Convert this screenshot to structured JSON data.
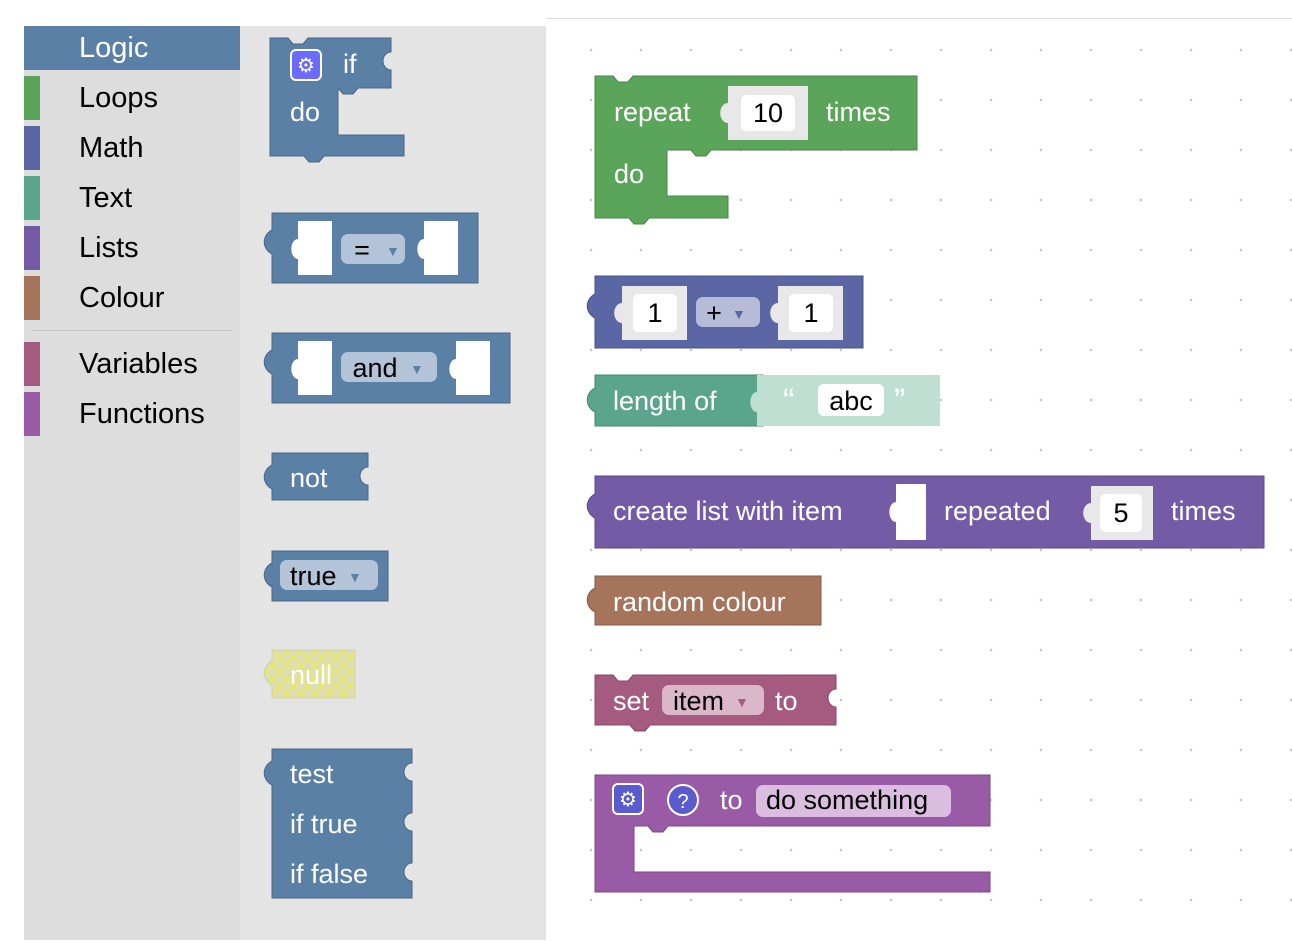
{
  "toolbox": {
    "categories": [
      {
        "label": "Logic",
        "color": "#5b80a5"
      },
      {
        "label": "Loops",
        "color": "#5ba55b"
      },
      {
        "label": "Math",
        "color": "#5b67a5"
      },
      {
        "label": "Text",
        "color": "#5ba58c"
      },
      {
        "label": "Lists",
        "color": "#745ba5"
      },
      {
        "label": "Colour",
        "color": "#a5745b"
      },
      {
        "label": "Variables",
        "color": "#a55b80"
      },
      {
        "label": "Functions",
        "color": "#995ba5"
      }
    ],
    "selected": "Logic"
  },
  "flyout": {
    "if_block": {
      "if": "if",
      "do": "do"
    },
    "compare_block": {
      "op": "="
    },
    "operation_block": {
      "op": "and"
    },
    "negate_block": {
      "label": "not"
    },
    "boolean_block": {
      "value": "true"
    },
    "null_block": {
      "label": "null"
    },
    "ternary_block": {
      "test": "test",
      "if_true": "if true",
      "if_false": "if false"
    }
  },
  "workspace": {
    "repeat_block": {
      "repeat": "repeat",
      "count": "10",
      "times": "times",
      "do": "do"
    },
    "arithmetic_block": {
      "a": "1",
      "op": "+",
      "b": "1"
    },
    "length_block": {
      "label": "length of",
      "text": "abc",
      "open_quote": "“",
      "close_quote": "”"
    },
    "list_repeat_block": {
      "label": "create list with item",
      "repeated": "repeated",
      "count": "5",
      "times": "times"
    },
    "colour_block": {
      "label": "random colour"
    },
    "set_block": {
      "set": "set",
      "var": "item",
      "to": "to"
    },
    "procedure_block": {
      "to": "to",
      "name": "do something"
    }
  },
  "colors": {
    "logic": "#5b80a5",
    "loops": "#5ba55b",
    "math": "#5b67a5",
    "text": "#5ba58c",
    "lists": "#745ba5",
    "colour": "#a5745b",
    "variables": "#a55b80",
    "functions": "#995ba5"
  },
  "icons": [
    "gear-icon",
    "help-icon",
    "dropdown-arrow-icon",
    "quote-icon"
  ]
}
